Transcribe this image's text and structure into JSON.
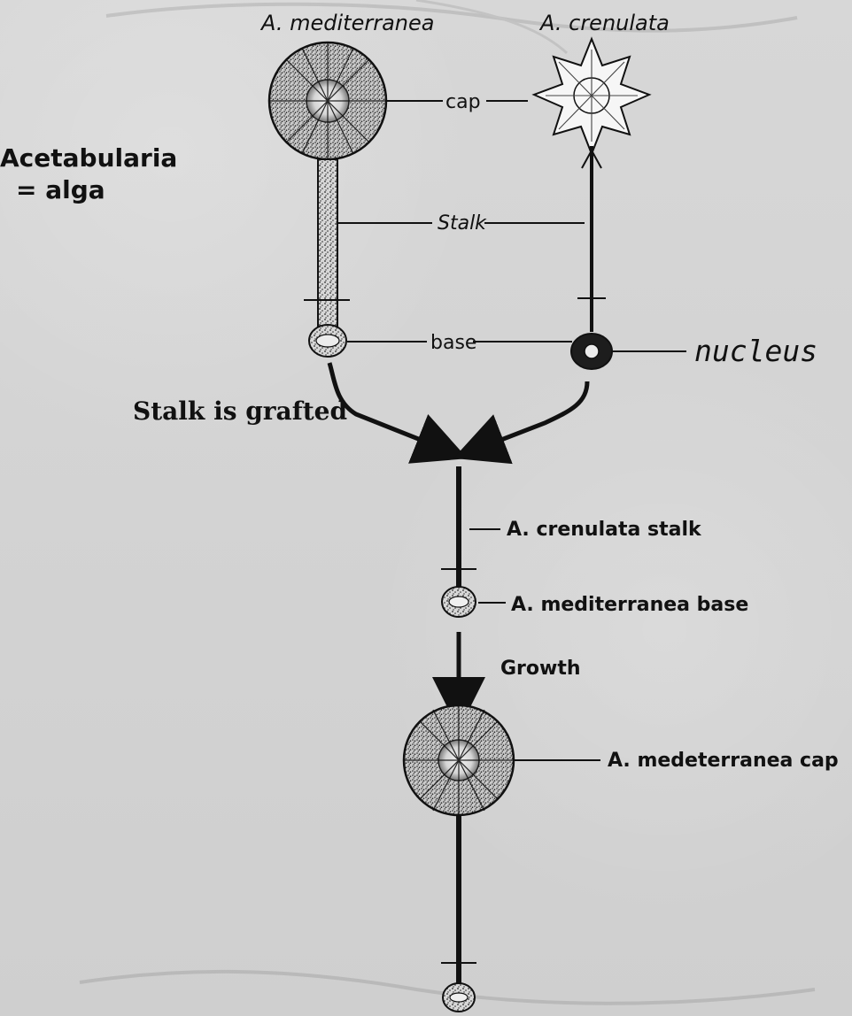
{
  "diagram": {
    "header_left": "A. mediterranea",
    "header_right": "A. crenulata",
    "side_title_line1": "Acetabularia",
    "side_title_line2": "= alga",
    "part_labels": {
      "cap": "cap",
      "stalk": "Stalk",
      "base": "base",
      "nucleus": "nucleus"
    },
    "graft_label": "Stalk is grafted",
    "grafted_labels": {
      "stalk": "A. crenulata stalk",
      "base": "A. mediterranea base"
    },
    "growth_label": "Growth",
    "result_label": "A. medeterranea cap"
  },
  "colors": {
    "ink": "#111111",
    "paper": "#d6d6d6"
  }
}
